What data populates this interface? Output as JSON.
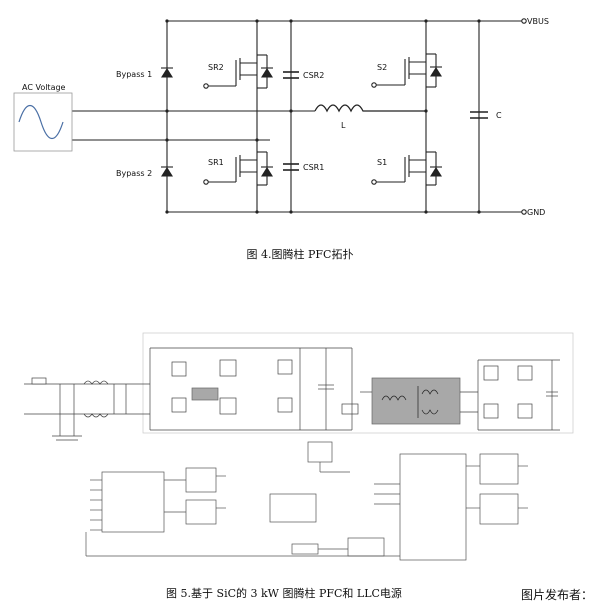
{
  "top_diagram": {
    "labels": {
      "vbus": "VBUS",
      "gnd": "GND",
      "ac_voltage": "AC Voltage",
      "bypass1": "Bypass 1",
      "bypass2": "Bypass 2",
      "sr2": "SR2",
      "sr1": "SR1",
      "csr2": "CSR2",
      "csr1": "CSR1",
      "inductor": "L",
      "s2": "S2",
      "s1": "S1",
      "cap": "C"
    },
    "caption": "图 4.图腾柱 PFC拓扑"
  },
  "bottom_diagram": {
    "caption": "图 5.基于 SiC的 3 kW 图腾柱 PFC和 LLC电源"
  },
  "source_label": "图片发布者：",
  "colors": {
    "line": "#222222",
    "wave": "#4a6fa5",
    "frame": "#c8c8c8",
    "highlight": "#a8a8a8",
    "block": "#555555"
  }
}
